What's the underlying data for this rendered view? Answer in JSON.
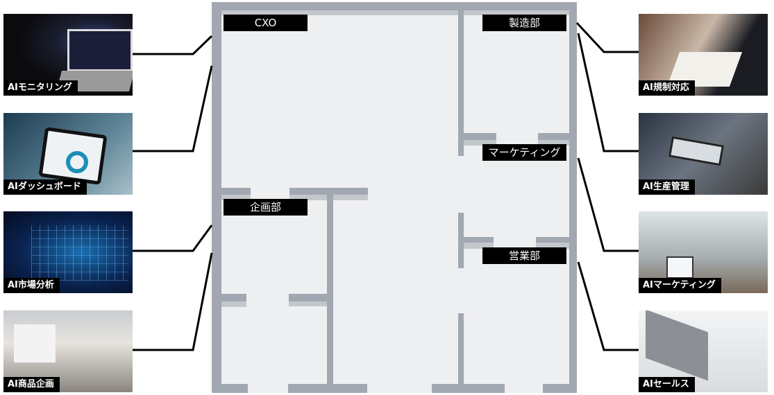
{
  "floor_plan": {
    "departments": {
      "cxo": "CXO",
      "manufacturing": "製造部",
      "marketing": "マーケティング",
      "planning": "企画部",
      "sales": "営業部"
    },
    "colors": {
      "wall": "#a2a8b2",
      "wall_shadow": "#c3c7cc",
      "floor": "#eeeff1",
      "label_bg": "#000000"
    }
  },
  "left_services": [
    {
      "label": "AIモニタリング",
      "photo": "person-at-laptop-with-code"
    },
    {
      "label": "AIダッシュボード",
      "photo": "hand-holding-tablet-dashboard"
    },
    {
      "label": "AI市場分析",
      "photo": "stock-chart-with-pen"
    },
    {
      "label": "AI商品企画",
      "photo": "team-meeting-whiteboard"
    }
  ],
  "right_services": [
    {
      "label": "AI規制対応",
      "photo": "person-writing-notebook-laptop"
    },
    {
      "label": "AI生産管理",
      "photo": "tablet-in-machinery"
    },
    {
      "label": "AIマーケティング",
      "photo": "office-team-at-monitors"
    },
    {
      "label": "AIセールス",
      "photo": "hands-typing-laptop"
    }
  ]
}
